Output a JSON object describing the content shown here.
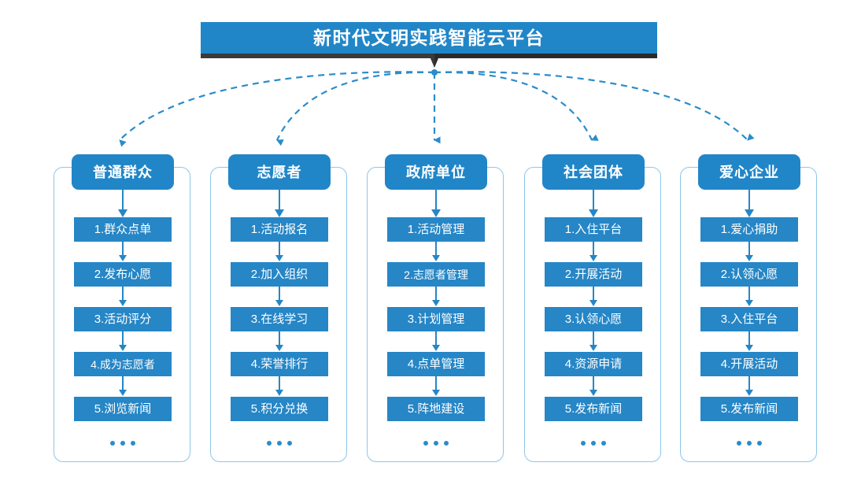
{
  "banner": {
    "title": "新时代文明实践智能云平台",
    "bar_color": "#2186c8",
    "shadow_color": "#2b2b2b"
  },
  "theme": {
    "header_blue": "#2186c8",
    "step_blue": "#2686c6",
    "frame_border": "#8ec6e8",
    "connector_blue": "#2b8ccb",
    "background": "#ffffff"
  },
  "ellipsis": "• • •",
  "columns": [
    {
      "title": "普通群众",
      "steps": [
        "1.群众点单",
        "2.发布心愿",
        "3.活动评分",
        "4.成为志愿者",
        "5.浏览新闻"
      ]
    },
    {
      "title": "志愿者",
      "steps": [
        "1.活动报名",
        "2.加入组织",
        "3.在线学习",
        "4.荣誉排行",
        "5.积分兑换"
      ]
    },
    {
      "title": "政府单位",
      "steps": [
        "1.活动管理",
        "2.志愿者管理",
        "3.计划管理",
        "4.点单管理",
        "5.阵地建设"
      ]
    },
    {
      "title": "社会团体",
      "steps": [
        "1.入住平台",
        "2.开展活动",
        "3.认领心愿",
        "4.资源申请",
        "5.发布新闻"
      ]
    },
    {
      "title": "爱心企业",
      "steps": [
        "1.爱心捐助",
        "2.认领心愿",
        "3.入住平台",
        "4.开展活动",
        "5.发布新闻"
      ]
    }
  ]
}
